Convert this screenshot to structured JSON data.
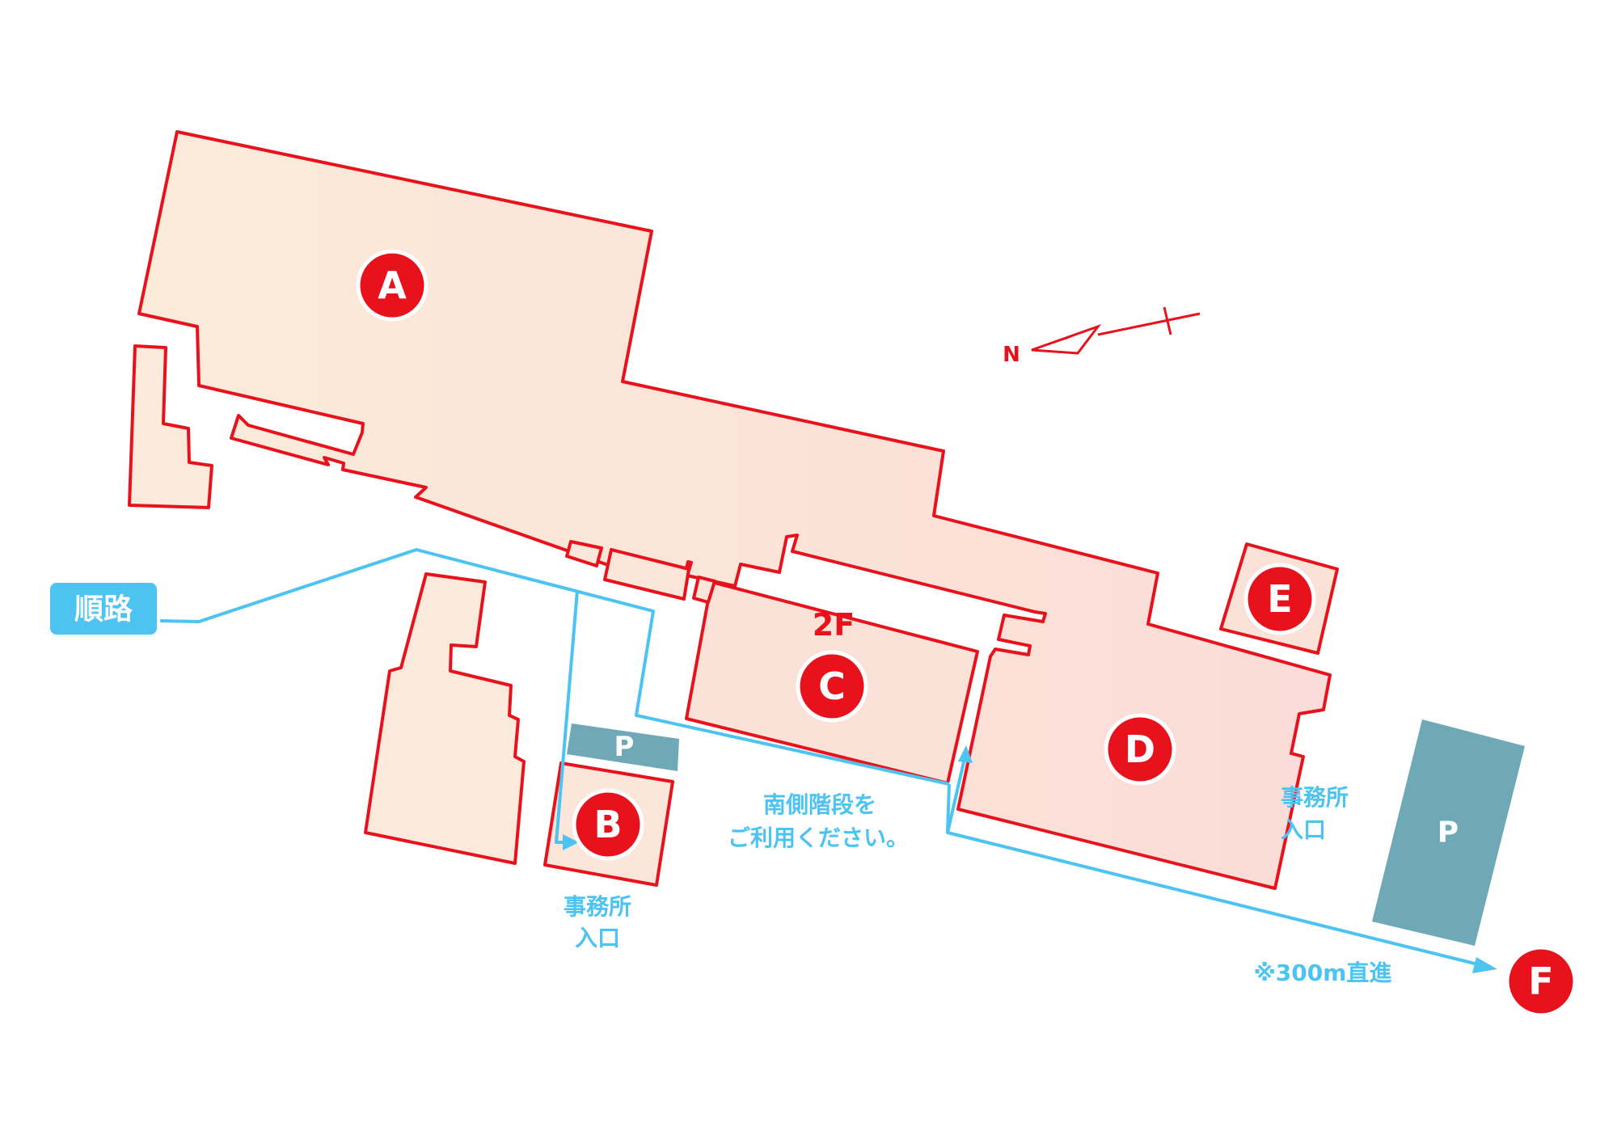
{
  "map": {
    "legend": {
      "route_label": "順路"
    },
    "buildings": {
      "a": "A",
      "b": "B",
      "c": "C",
      "d": "D",
      "e": "E",
      "f": "F"
    },
    "building_c_floor": "2F",
    "parking": {
      "small": "P",
      "large": "P"
    },
    "compass": {
      "north_label": "N"
    },
    "notes": {
      "stairs_line1": "南側階段を",
      "stairs_line2": "ご利用ください。",
      "office_b_line1": "事務所",
      "office_b_line2": "入口",
      "office_d_line1": "事務所",
      "office_d_line2": "入口",
      "straight": "※300m直進"
    },
    "colors": {
      "building_outline": "#e8121c",
      "building_fill_west": "#fbeadb",
      "building_fill_east": "#fbe0dc",
      "route": "#4cc3f0",
      "parking": "#6fa9b7"
    }
  }
}
